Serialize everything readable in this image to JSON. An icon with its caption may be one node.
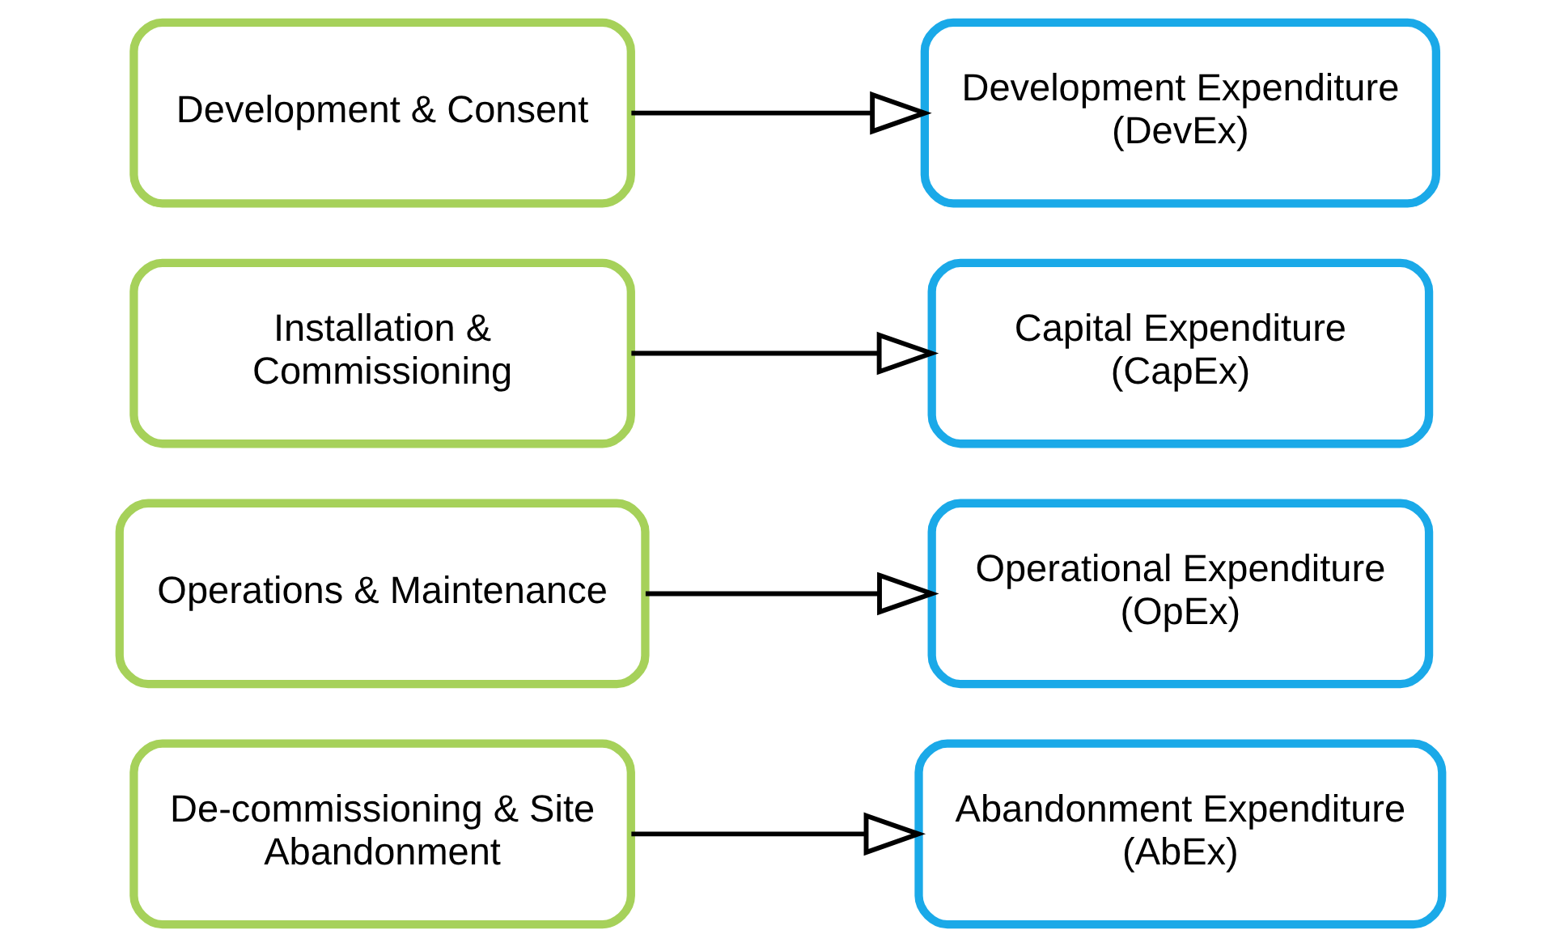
{
  "diagram": {
    "nodes": [
      {
        "text": [
          "Development & Consent"
        ]
      },
      {
        "text": [
          "Installation & Commissioning"
        ]
      },
      {
        "text": [
          "Operations & Maintenance"
        ]
      },
      {
        "text": [
          "De-commissioning & Site Abandonment"
        ]
      },
      {
        "text": [
          "Development Expenditure (DevEx)"
        ]
      },
      {
        "text": [
          "Capital Expenditure (CapEx)"
        ]
      },
      {
        "text": [
          "Operational Expenditure (OpEx)"
        ]
      },
      {
        "text": [
          "Abandonment Expenditure (AbEx)"
        ]
      }
    ],
    "edges": [
      {
        "from": 0,
        "to": 4,
        "arrow": "to"
      },
      {
        "from": 1,
        "to": 5,
        "arrow": "to"
      },
      {
        "from": 2,
        "to": 6,
        "arrow": "to"
      },
      {
        "from": 3,
        "to": 7,
        "arrow": "to"
      }
    ]
  }
}
